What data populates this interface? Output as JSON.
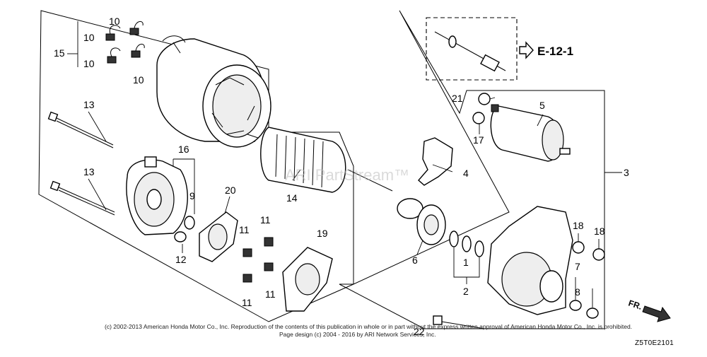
{
  "diagram": {
    "callouts": {
      "c1": "1",
      "c2": "2",
      "c3": "3",
      "c4": "4",
      "c5": "5",
      "c6": "6",
      "c7": "7",
      "c8": "8",
      "c9": "9",
      "c10a": "10",
      "c10b": "10",
      "c10c": "10",
      "c10d": "10",
      "c11a": "11",
      "c11b": "11",
      "c11c": "11",
      "c11d": "11",
      "c12": "12",
      "c13a": "13",
      "c13b": "13",
      "c14": "14",
      "c15": "15",
      "c16": "16",
      "c17": "17",
      "c18a": "18",
      "c18b": "18",
      "c19": "19",
      "c20": "20",
      "c21": "21",
      "c22": "22"
    },
    "reference": "E-12-1",
    "direction": "FR.",
    "watermark": "ARI PartStream™",
    "copyright": "(c) 2002-2013 American Honda Motor Co., Inc. Reproduction of the contents of this publication in whole or in part without the express written approval of American Honda Motor Co., Inc. is prohibited.",
    "copyright2": "Page design (c) 2004 - 2016 by ARI Network Services, Inc.",
    "diagram_code": "Z5T0E2101"
  }
}
